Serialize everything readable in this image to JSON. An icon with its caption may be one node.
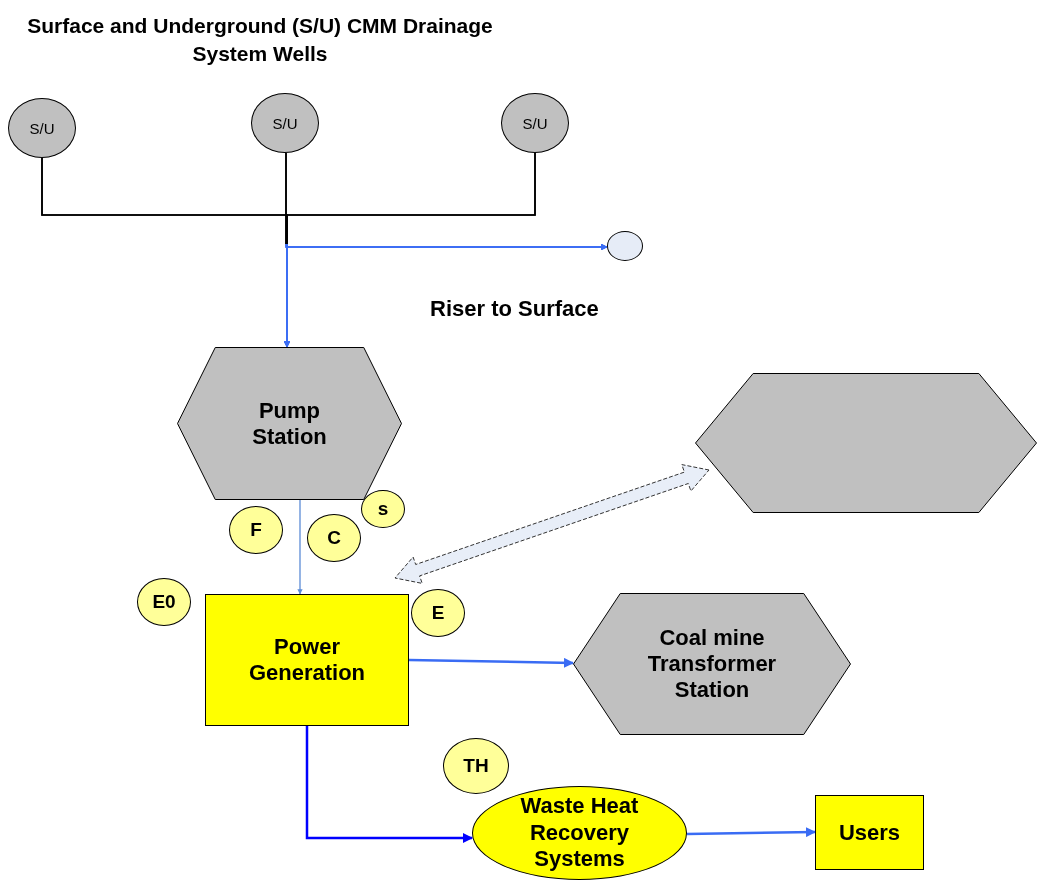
{
  "diagram": {
    "title": "Surface and Underground (S/U) CMM Drainage System Wells",
    "nodes": [
      {
        "text": [
          "S/U"
        ]
      },
      {
        "text": [
          "S/U"
        ]
      },
      {
        "text": [
          "S/U"
        ]
      },
      {
        "text": [],
        "shape": "circle"
      },
      {
        "text": [
          "Pump Station"
        ]
      },
      {
        "text": [],
        "shape": "hexagon"
      },
      {
        "text": [
          "F"
        ]
      },
      {
        "text": [
          "C"
        ]
      },
      {
        "text": [
          "s"
        ]
      },
      {
        "text": [
          "E0"
        ]
      },
      {
        "text": [
          "Power Generation"
        ]
      },
      {
        "text": [
          "E"
        ]
      },
      {
        "text": [
          "Coal mine Transformer Station"
        ]
      },
      {
        "text": [
          "TH"
        ]
      },
      {
        "text": [
          "Waste Heat Recovery Systems"
        ]
      },
      {
        "text": [
          "Users"
        ]
      }
    ],
    "edges": [
      {
        "from": 0,
        "to": 4,
        "arrow": "to"
      },
      {
        "from": 1,
        "to": 4,
        "arrow": "to"
      },
      {
        "from": 2,
        "to": 4,
        "arrow": "to"
      },
      {
        "from": 0,
        "to": 3,
        "arrow": "to"
      },
      {
        "from": 1,
        "to": 3,
        "arrow": "to"
      },
      {
        "from": 2,
        "to": 3,
        "arrow": "to"
      },
      {
        "from": 4,
        "to": 10,
        "arrow": "to",
        "color": "#5b8bd6"
      },
      {
        "from": 5,
        "to": 10,
        "arrow": "both",
        "style": "dashed"
      },
      {
        "from": 10,
        "to": 12,
        "arrow": "to"
      },
      {
        "from": 10,
        "to": 14,
        "arrow": "to",
        "color": "#0000ff"
      },
      {
        "from": 14,
        "to": 15,
        "arrow": "to"
      }
    ],
    "labels": [
      "Riser to Surface"
    ]
  }
}
